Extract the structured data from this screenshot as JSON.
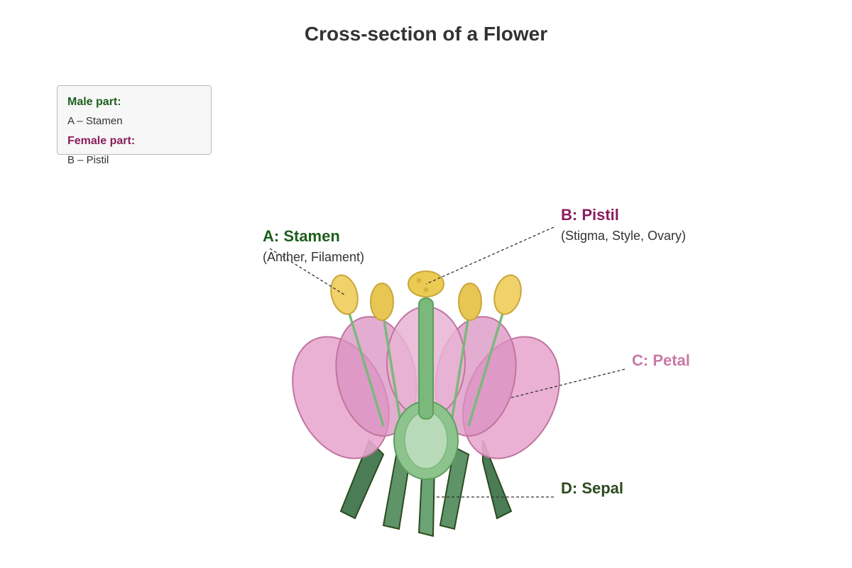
{
  "title": "Cross-section of a Flower",
  "legend": {
    "male_heading": "Male part:",
    "male_item": "A – Stamen",
    "female_heading": "Female part:",
    "female_item": "B – Pistil"
  },
  "labels": {
    "stamen": {
      "title": "A: Stamen",
      "subtitle": "(Anther, Filament)"
    },
    "pistil": {
      "title": "B: Pistil",
      "subtitle": "(Stigma, Style, Ovary)"
    },
    "petal": {
      "title": "C: Petal"
    },
    "sepal": {
      "title": "D: Sepal"
    }
  },
  "colors": {
    "male": "#1e5e1e",
    "female": "#8b1d5e",
    "petal_label": "#c97aa6",
    "sepal_label": "#2d4a1f",
    "petal_fill": "#e9a8cf",
    "sepal_fill": "#4e8a5a",
    "anther_fill": "#eccb55",
    "pistil_fill": "#7bb87b"
  }
}
